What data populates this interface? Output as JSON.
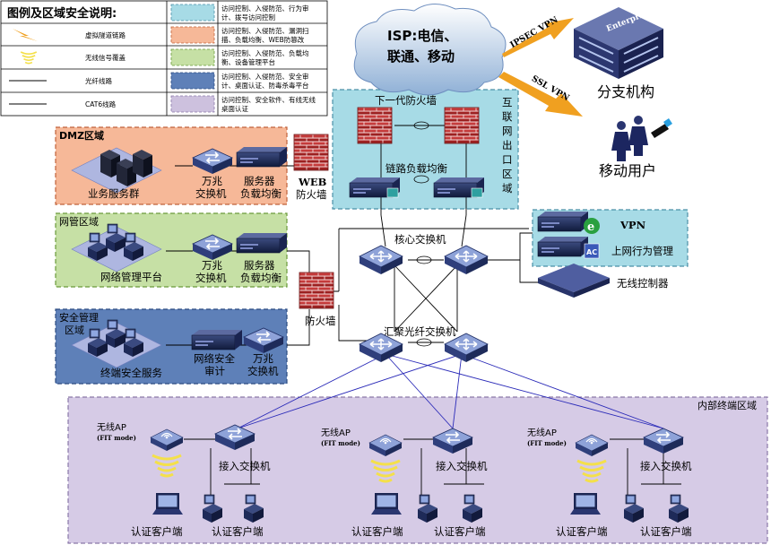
{
  "legend": {
    "title": "图例及区域安全说明:",
    "lines": [
      {
        "name": "虚拟隧道链路"
      },
      {
        "name": "无线信号覆盖"
      },
      {
        "name": "光纤线路"
      },
      {
        "name": "CAT6线路"
      }
    ],
    "zones": [
      {
        "color": "#a7dbe6",
        "line1": "访问控制、入侵防范、行为审",
        "line2": "计、拨号访问控制"
      },
      {
        "color": "#f6b898",
        "line1": "访问控制、入侵防范、漏洞扫",
        "line2": "描、负载均衡、WEB防篡改"
      },
      {
        "color": "#c6e0a5",
        "line1": "访问控制、入侵防范、负载均",
        "line2": "衡、设备管理平台"
      },
      {
        "color": "#5e80b8",
        "line1": "访问控制、入侵防范、安全审",
        "line2": "计、桌面认证、防毒杀毒平台"
      },
      {
        "color": "#cdc1de",
        "line1": "访问控制、安全软件、有线无线",
        "line2": "桌面认证"
      }
    ]
  },
  "isp": {
    "line1": "ISP:电信、",
    "line2": "联通、移动"
  },
  "vpn": {
    "ipsec": "IPSEC VPN",
    "ssl": "SSL VPN"
  },
  "branch": {
    "label": "分支机构",
    "building_text": "Enterprise"
  },
  "mobile": {
    "label": "移动用户"
  },
  "internet_zone": {
    "title_chars": [
      "互",
      "联",
      "网",
      "出",
      "口",
      "区",
      "域"
    ],
    "firewall_label": "下一代防火墙",
    "lb_label": "链路负载均衡"
  },
  "dmz_zone": {
    "title": "DMZ区域",
    "servers": "业务服务群",
    "switch": [
      "万兆",
      "交换机"
    ],
    "lb": [
      "服务器",
      "负载均衡"
    ],
    "web_fw": [
      "WEB",
      "防火墙"
    ]
  },
  "mgmt_zone": {
    "title": "网管区域",
    "platform": "网络管理平台",
    "switch": [
      "万兆",
      "交换机"
    ],
    "lb": [
      "服务器",
      "负载均衡"
    ]
  },
  "sec_zone": {
    "title": [
      "安全管理",
      "区域"
    ],
    "service": "终端安全服务",
    "audit": [
      "网络安全",
      "审计"
    ],
    "switch": [
      "万兆",
      "交换机"
    ]
  },
  "fw_mid": "防火墙",
  "core": {
    "label": "核心交换机"
  },
  "agg": {
    "label": "汇聚光纤交换机"
  },
  "vpn_box": {
    "vpn": "VPN",
    "behavior": "上网行为管理"
  },
  "wireless_ctrl": "无线控制器",
  "internal_zone": {
    "title": "内部终端区域",
    "ap_label": "无线AP",
    "fit_mode": "(FIT mode)",
    "access_switch": "接入交换机",
    "client": "认证客户端"
  }
}
